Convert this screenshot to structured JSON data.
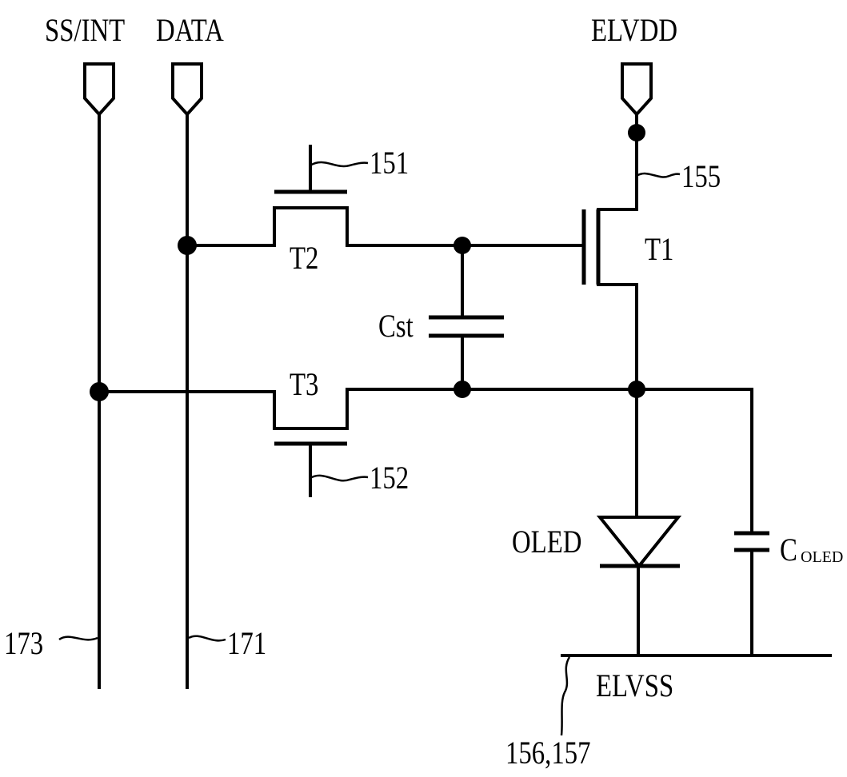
{
  "terminals": {
    "scan_init": "SS/INT",
    "data": "DATA",
    "supply_high": "ELVDD",
    "supply_low": "ELVSS"
  },
  "components": {
    "drive_transistor": "T1",
    "switching_transistor": "T2",
    "sensing_transistor": "T3",
    "storage_capacitor": "Cst",
    "diode": "OLED",
    "diode_capacitor_prefix": "C",
    "diode_capacitor_subscript": "OLED"
  },
  "reference_numerals": {
    "gate_line_1": "151",
    "gate_line_2": "152",
    "supply_line": "155",
    "low_supply_line": "156,157",
    "data_line": "171",
    "sensing_line": "173"
  }
}
